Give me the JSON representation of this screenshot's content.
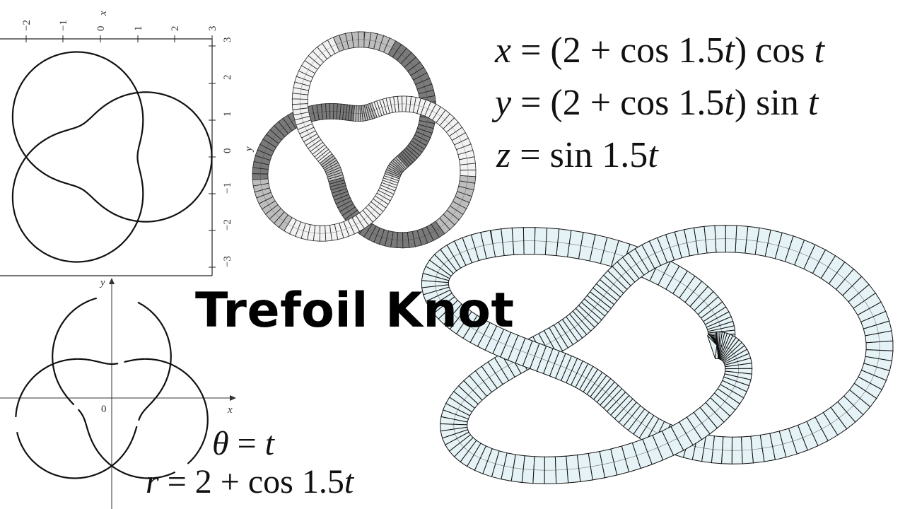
{
  "title": "Trefoil Knot",
  "param_equations": {
    "x": {
      "var": "x",
      "eq": "=",
      "a": "(2",
      "plus": "+",
      "b": "cos 1.5",
      "t": "t",
      "c": ") cos",
      "d": "t"
    },
    "y": {
      "var": "y",
      "eq": "=",
      "a": "(2",
      "plus": "+",
      "b": "cos 1.5",
      "t": "t",
      "c": ") sin",
      "d": "t"
    },
    "z": {
      "var": "z",
      "eq": "=",
      "a": "sin 1.5",
      "t": "t"
    }
  },
  "polar_equations": {
    "theta": {
      "var": "θ",
      "eq": "=",
      "rhs": "t"
    },
    "r": {
      "var": "r",
      "eq": "=",
      "a": "2",
      "plus": "+",
      "b": "cos 1.5",
      "t": "t"
    }
  },
  "graph_top": {
    "x_axis_label": "x",
    "y_axis_label": "y",
    "x_ticks": [
      "−2",
      "−1",
      "0",
      "1",
      "2",
      "3"
    ],
    "y_ticks": [
      "3",
      "2",
      "1",
      "0",
      "−1",
      "−2",
      "−3"
    ]
  },
  "graph_bottom": {
    "x_axis_label": "x",
    "y_axis_label": "y",
    "origin_label": "0"
  },
  "colors": {
    "tube_fill": "#e6f3f6",
    "tube_stroke": "#111111",
    "gray_dark": "#7a7a7a",
    "gray_mid": "#bdbdbd",
    "gray_light": "#f2f2f2"
  }
}
